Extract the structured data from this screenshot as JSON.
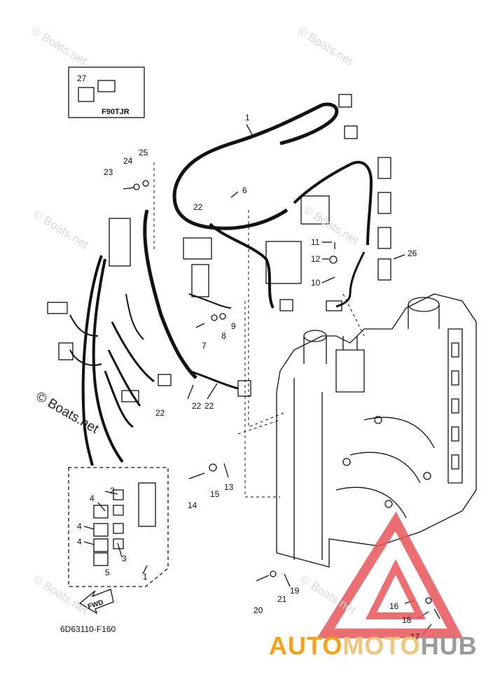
{
  "diagram": {
    "callouts": [
      "1",
      "2",
      "3",
      "4",
      "4",
      "4",
      "5",
      "6",
      "7",
      "8",
      "9",
      "10",
      "11",
      "12",
      "13",
      "14",
      "15",
      "16",
      "17",
      "18",
      "19",
      "20",
      "21",
      "22",
      "22",
      "22",
      "22",
      "23",
      "24",
      "25",
      "26",
      "27",
      "1"
    ],
    "inset_model": "F90TJR",
    "fwd_label": "FWD",
    "drawing_code": "6D63110-F160"
  },
  "watermarks": {
    "text": "© Boats.net",
    "dark_text": "© Boats.net"
  },
  "brand": {
    "part1": "AUTO",
    "part2": "MOTO",
    "part3": "HUB",
    "colors": {
      "auto": "#f5a21a",
      "moto": "#f2c37a",
      "hub": "#9a9a9a",
      "triangle": "#e8555a"
    }
  }
}
